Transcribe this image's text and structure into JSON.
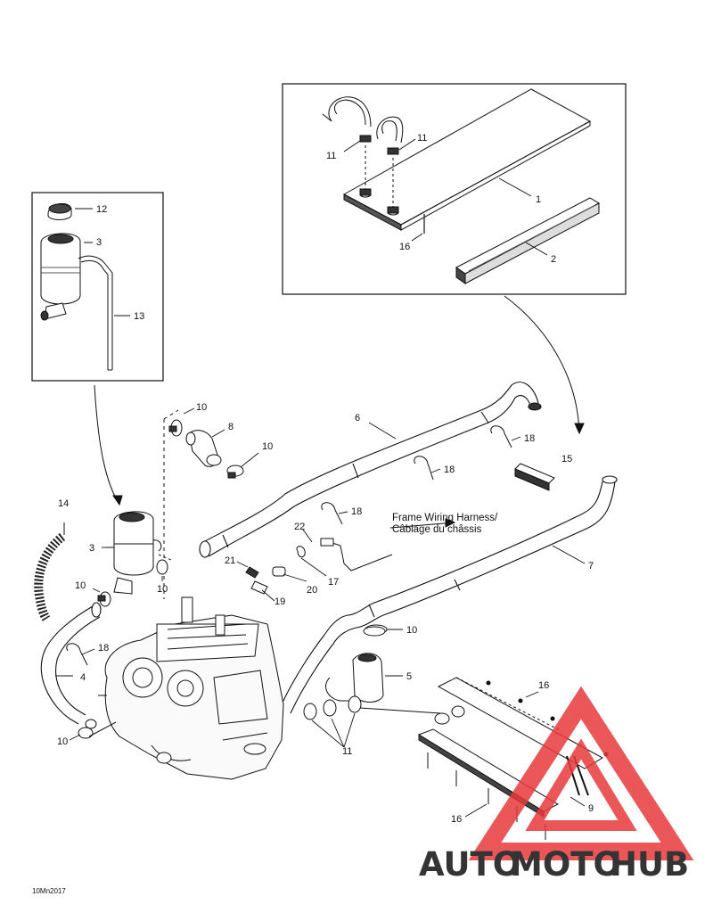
{
  "diagram": {
    "callouts": [
      {
        "id": "c1",
        "text": "1"
      },
      {
        "id": "c2",
        "text": "2"
      },
      {
        "id": "c11a",
        "text": "11"
      },
      {
        "id": "c11b",
        "text": "11"
      },
      {
        "id": "c16a",
        "text": "16"
      },
      {
        "id": "c12",
        "text": "12"
      },
      {
        "id": "c3a",
        "text": "3"
      },
      {
        "id": "c13",
        "text": "13"
      },
      {
        "id": "c10a",
        "text": "10"
      },
      {
        "id": "c8",
        "text": "8"
      },
      {
        "id": "c10b",
        "text": "10"
      },
      {
        "id": "c6",
        "text": "6"
      },
      {
        "id": "c18a",
        "text": "18"
      },
      {
        "id": "c15",
        "text": "15"
      },
      {
        "id": "c18b",
        "text": "18"
      },
      {
        "id": "c14",
        "text": "14"
      },
      {
        "id": "c18c",
        "text": "18"
      },
      {
        "id": "c3b",
        "text": "3"
      },
      {
        "id": "c22",
        "text": "22"
      },
      {
        "id": "c21",
        "text": "21"
      },
      {
        "id": "c20",
        "text": "20"
      },
      {
        "id": "c17",
        "text": "17"
      },
      {
        "id": "c19",
        "text": "19"
      },
      {
        "id": "c10c",
        "text": "10"
      },
      {
        "id": "c10d",
        "text": "10"
      },
      {
        "id": "c7",
        "text": "7"
      },
      {
        "id": "c10e",
        "text": "10"
      },
      {
        "id": "c18d",
        "text": "18"
      },
      {
        "id": "c4",
        "text": "4"
      },
      {
        "id": "c5",
        "text": "5"
      },
      {
        "id": "c16b",
        "text": "16"
      },
      {
        "id": "c10f",
        "text": "10"
      },
      {
        "id": "c11c",
        "text": "11"
      },
      {
        "id": "c9",
        "text": "9"
      },
      {
        "id": "c16c",
        "text": "16"
      }
    ],
    "harness_note": {
      "line1": "Frame Wiring Harness/",
      "line2": "Câblage du châssis"
    },
    "figure_id": "10Mn2017"
  },
  "watermark": {
    "text_a": "AUTO",
    "text_b": "MOTO",
    "text_c": "HUB",
    "colors": {
      "auto": "#f2b27f",
      "moto": "#f1928a",
      "hub": "#9a9a9a",
      "triangle": "#e8393b"
    }
  }
}
